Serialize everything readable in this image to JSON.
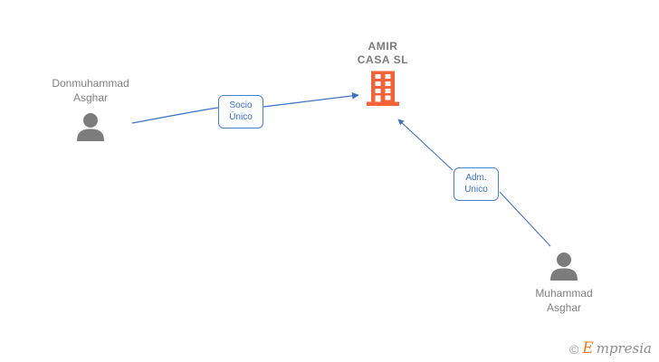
{
  "diagram": {
    "type": "corporate-relationship-graph",
    "background_color": "#ffffff",
    "company": {
      "name": "AMIR\nCASA SL",
      "icon": "building-icon",
      "color": "#f4633a"
    },
    "persons": [
      {
        "id": "donmuhammad-asghar",
        "name": "Donmuhammad\nAsghar",
        "icon": "person-icon",
        "color": "#808080",
        "position": "left"
      },
      {
        "id": "muhammad-asghar",
        "name": "Muhammad\nAsghar",
        "icon": "person-icon",
        "color": "#808080",
        "position": "bottom-right"
      }
    ],
    "relations": [
      {
        "id": "socio-unico",
        "label": "Socio\nÚnico",
        "from": "donmuhammad-asghar",
        "to": "amir-casa-sl",
        "color": "#3f72c4"
      },
      {
        "id": "adm-unico",
        "label": "Adm.\nUnico",
        "from": "muhammad-asghar",
        "to": "amir-casa-sl",
        "color": "#3f72c4"
      }
    ]
  },
  "watermark": {
    "copyright": "©",
    "brand_initial": "E",
    "brand_rest": "mpresia",
    "accent_color": "#f07d20"
  }
}
